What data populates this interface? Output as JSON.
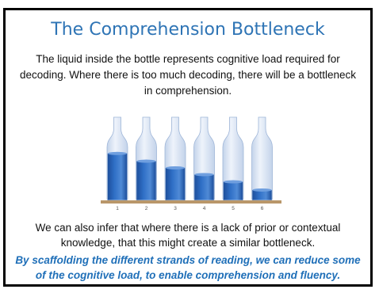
{
  "slide": {
    "title": "The Comprehension Bottleneck",
    "intro": "The liquid inside the bottle represents cognitive load required for decoding.  Where there is too much decoding, there will be a bottleneck in comprehension.",
    "outro": "We can also infer that where there is a lack of prior or contextual knowledge, that this might create a similar bottleneck.",
    "emphasis": "By scaffolding the different strands of reading, we can reduce some of the cognitive load, to enable comprehension and fluency."
  },
  "bottles": [
    {
      "label": "1",
      "fill": 0.88
    },
    {
      "label": "2",
      "fill": 0.73
    },
    {
      "label": "3",
      "fill": 0.6
    },
    {
      "label": "4",
      "fill": 0.47
    },
    {
      "label": "5",
      "fill": 0.33
    },
    {
      "label": "6",
      "fill": 0.17
    }
  ],
  "colors": {
    "title": "#2e74b5",
    "liquid": "#2f6fc6",
    "glass": "#dbe6f4",
    "shelf": "#b9976a",
    "emphasis": "#1f6fb8"
  }
}
